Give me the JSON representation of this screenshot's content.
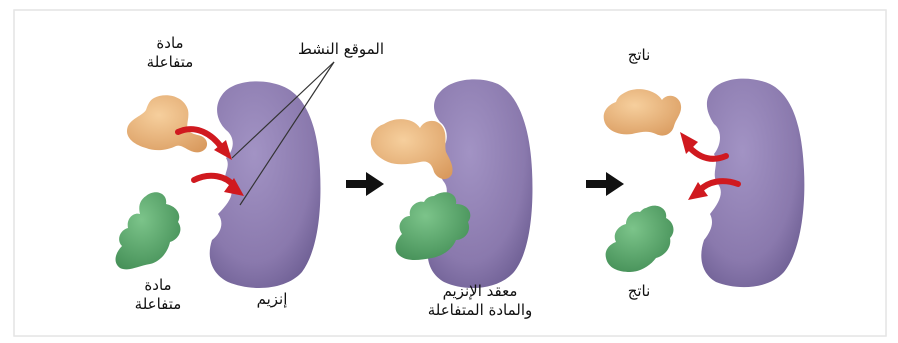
{
  "labels": {
    "substrate_top": [
      "مادة",
      "متفاعلة"
    ],
    "active_site": "الموقع النشط",
    "substrate_bottom": [
      "مادة",
      "متفاعلة"
    ],
    "enzyme": "إنزيم",
    "complex": [
      "معقد الإنزيم",
      "والمادة المتفاعلة"
    ],
    "product_top": "ناتج",
    "product_bottom": "ناتج"
  },
  "colors": {
    "enzyme": "#8a79ad",
    "substrate_orange": "#e9b27a",
    "substrate_green": "#5ea86c",
    "reaction_arrow": "#d0191f",
    "step_arrow": "#111111",
    "frame_border": "#e4e4e4"
  }
}
